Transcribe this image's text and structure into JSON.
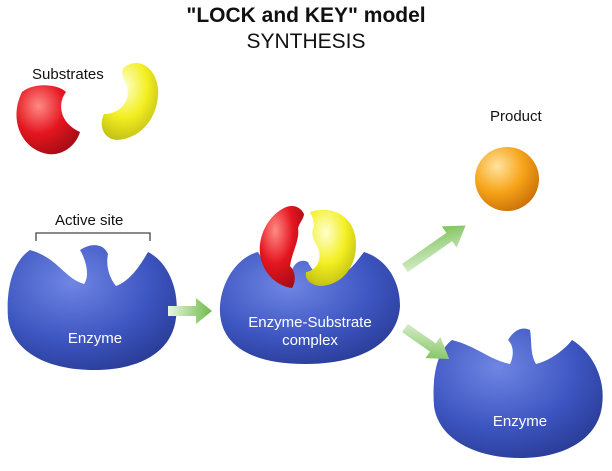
{
  "header": {
    "title": "\"LOCK and KEY\" model",
    "subtitle": "SYNTHESIS"
  },
  "labels": {
    "substrates": "Substrates",
    "active_site": "Active site",
    "enzyme_left": "Enzyme",
    "complex_line1": "Enzyme-Substrate",
    "complex_line2": "complex",
    "product": "Product",
    "enzyme_right": "Enzyme"
  },
  "colors": {
    "enzyme": "#3c52b3",
    "substrate_red": "#e0141e",
    "substrate_yellow": "#f2ee1c",
    "product": "#f6a313",
    "arrow": "#7dc35b"
  }
}
